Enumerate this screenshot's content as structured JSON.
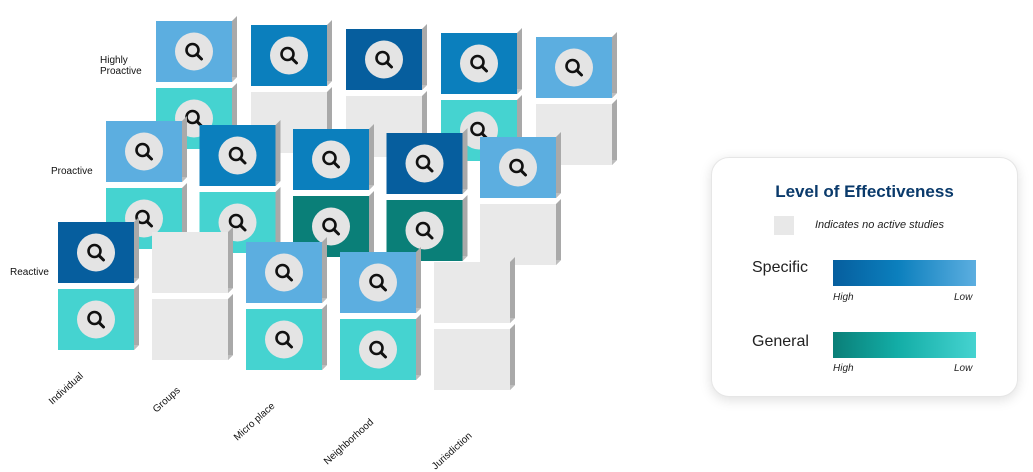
{
  "rows": [
    "Highly Proactive",
    "Proactive",
    "Reactive"
  ],
  "columns": [
    "Individual",
    "Groups",
    "Micro place",
    "Neighborhood",
    "Jurisdiction"
  ],
  "cells": {
    "specific": [
      [
        "light",
        "mid",
        "dark",
        "mid",
        "light"
      ],
      [
        "light",
        "mid",
        "mid",
        "dark",
        "light"
      ],
      [
        "dark",
        "none",
        "light",
        "light",
        "none"
      ]
    ],
    "general": [
      [
        "light",
        "none",
        "none",
        "light",
        "none"
      ],
      [
        "light",
        "light",
        "dark",
        "dark",
        "none"
      ],
      [
        "light",
        "none",
        "light",
        "light",
        "none"
      ]
    ]
  },
  "colors": {
    "specific": {
      "dark": "#065e9e",
      "mid": "#0b7fbd",
      "light": "#5caee0"
    },
    "general": {
      "dark": "#0a7f78",
      "light": "#45d3d0"
    },
    "none": "#e9e9e9",
    "search_circle": "#e4e4e4"
  },
  "icon": "search-icon",
  "legend": {
    "title": "Level of Effectiveness",
    "no_studies": "Indicates no active studies",
    "specific_label": "Specific",
    "general_label": "General",
    "high": "High",
    "low": "Low"
  }
}
